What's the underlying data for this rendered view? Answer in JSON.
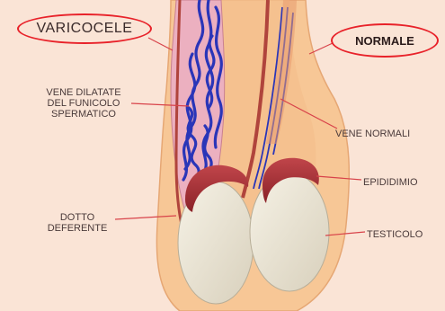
{
  "titles": {
    "left": "VARICOCELE",
    "right": "NORMALE"
  },
  "labels": {
    "vene_dilatate": [
      "VENE DILATATE",
      "DEL FUNICOLO",
      "SPERMATICO"
    ],
    "vene_normali": "VENE NORMALI",
    "epididimio": "EPIDIDIMIO",
    "dotto_deferente": [
      "DOTTO",
      "DEFERENTE"
    ],
    "testicolo": "TESTICOLO"
  },
  "colors": {
    "background": "#fae4d6",
    "skin": "#f7c796",
    "vein": "#2a35b8",
    "epididymis": "#a8323a",
    "testis": "#ede7d6",
    "leader": "#d8434a",
    "ellipse": "#e8222a"
  }
}
